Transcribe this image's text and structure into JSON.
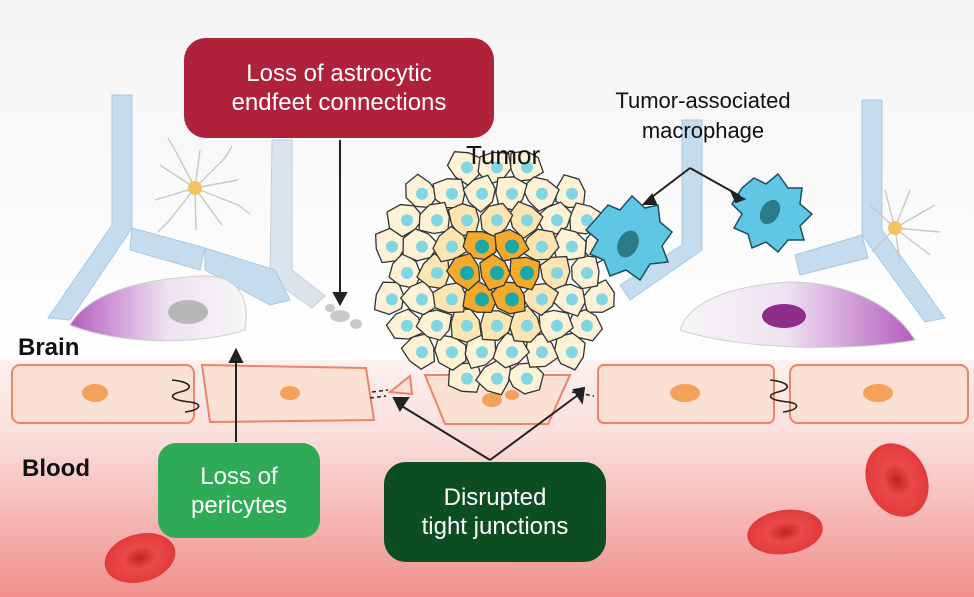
{
  "labels": {
    "brain": "Brain",
    "blood": "Blood",
    "tumor": "Tumor",
    "tam_line1": "Tumor-associated",
    "tam_line2": "macrophage"
  },
  "callouts": {
    "astrocytic": {
      "line1": "Loss of astrocytic",
      "line2": "endfeet connections",
      "color": "#b0223c"
    },
    "pericytes": {
      "line1": "Loss of",
      "line2": "pericytes",
      "color": "#2fab57"
    },
    "junctions": {
      "line1": "Disrupted",
      "line2": "tight junctions",
      "color": "#0c4d22"
    }
  },
  "colors": {
    "blood_top": "#f9dcd9",
    "blood_bottom": "#ee3a3c",
    "endothelial_fill": "#fbe1d3",
    "endothelial_stroke": "#e8856a",
    "nucleus": "#f4a25a",
    "astrocyte_foot": "#c5dcee",
    "pericyte": "#b45dbf",
    "macrophage": "#5fc7e3",
    "tumor_core": "#f3a92b",
    "tumor_outer": "#fdf1d6",
    "red_blood_cell": "#e23a3a"
  }
}
